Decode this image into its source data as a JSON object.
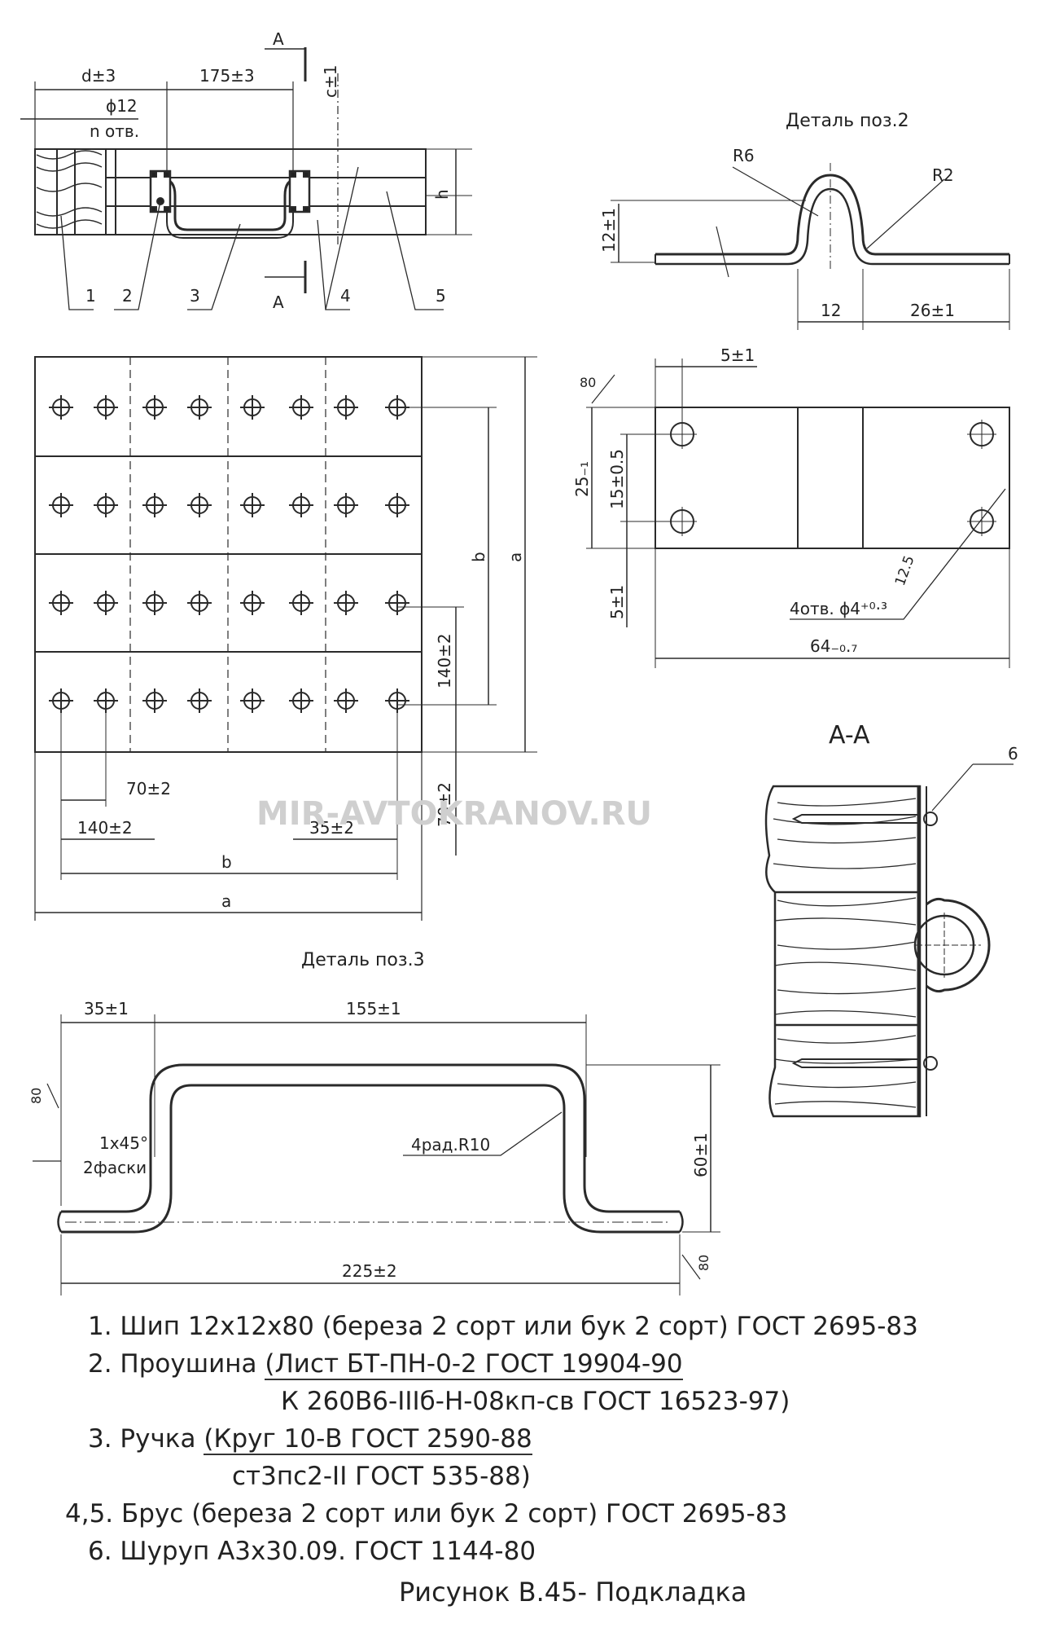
{
  "watermark": "MIR-AVTOKRANOV.RU",
  "top_view": {
    "dims": [
      "d±3",
      "175±3",
      "ϕ12",
      "n отв.",
      "c±1",
      "h"
    ],
    "section_mark": "A",
    "callouts": [
      "1",
      "2",
      "3",
      "4",
      "5"
    ]
  },
  "plan_view": {
    "dims": [
      "b",
      "a",
      "140±2",
      "70±2",
      "70±2",
      "140±2",
      "35±2",
      "b",
      "a"
    ]
  },
  "detail2": {
    "title": "Деталь поз.2",
    "dims": [
      "R6",
      "R2",
      "12±1",
      "12",
      "26±1",
      "5±1",
      "80",
      "25₋₁",
      "15±0.5",
      "5±1",
      "12.5",
      "4отв. ϕ4⁺⁰·³",
      "64₋₀.₇"
    ]
  },
  "section": {
    "title": "A-A",
    "callout": "6"
  },
  "detail3": {
    "title": "Деталь поз.3",
    "dims": [
      "35±1",
      "155±1",
      "80",
      "1x45°",
      "2фаски",
      "4рад.R10",
      "60±1",
      "225±2",
      "80"
    ]
  },
  "notes": {
    "n1": "1. Шип 12x12x80 (береза 2 сорт или бук 2 сорт) ГОСТ 2695-83",
    "n2a": "2. Проушина ",
    "n2b": "Лист БТ-ПН-0-2 ГОСТ 19904-90",
    "n2c": "К 260В6-IIIб-Н-08кп-св ГОСТ 16523-97)",
    "n3a": "3. Ручка ",
    "n3b": "(Круг 10-В ГОСТ 2590-88",
    "n3c": "ст3пс2-II ГОСТ 535-88)",
    "n45": "4,5. Брус (береза 2 сорт или бук 2 сорт) ГОСТ 2695-83",
    "n6": "6. Шуруп А3x30.09. ГОСТ 1144-80"
  },
  "caption": "Рисунок В.45- Подкладка"
}
